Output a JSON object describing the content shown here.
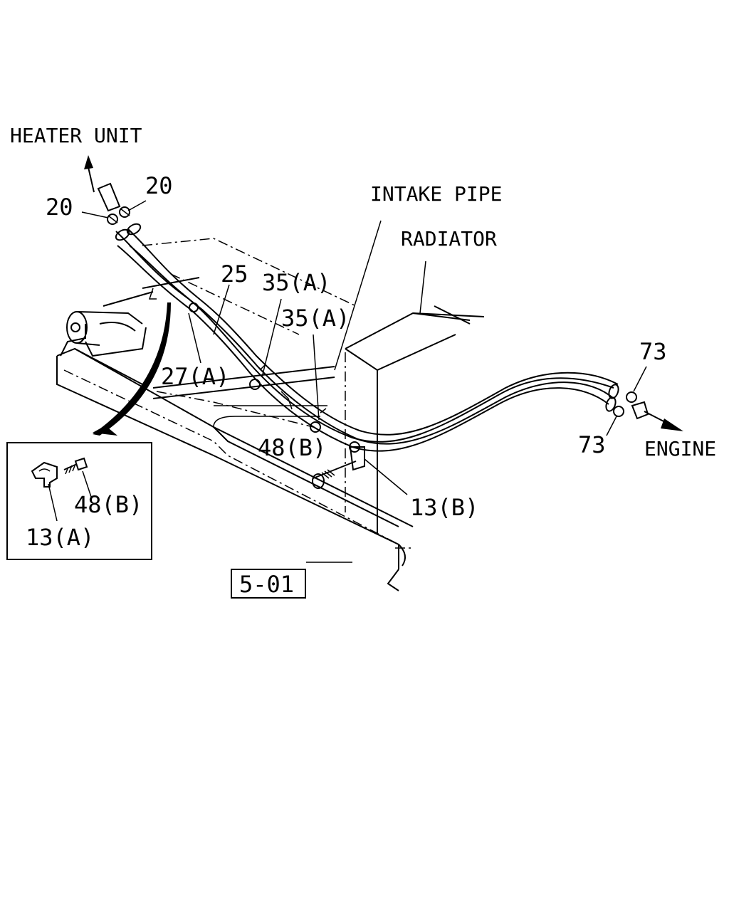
{
  "labels": {
    "heater_unit": "HEATER UNIT",
    "intake_pipe": "INTAKE PIPE",
    "radiator": "RADIATOR",
    "engine": "ENGINE",
    "part_20_left": "20",
    "part_20_right": "20",
    "part_25": "25",
    "part_27a": "27(A)",
    "part_35a_1": "35(A)",
    "part_35a_2": "35(A)",
    "part_48b_main": "48(B)",
    "part_13b": "13(B)",
    "part_73_top": "73",
    "part_73_bottom": "73",
    "inset_48b": "48(B)",
    "inset_13a": "13(A)",
    "ref_box": "5-01"
  }
}
